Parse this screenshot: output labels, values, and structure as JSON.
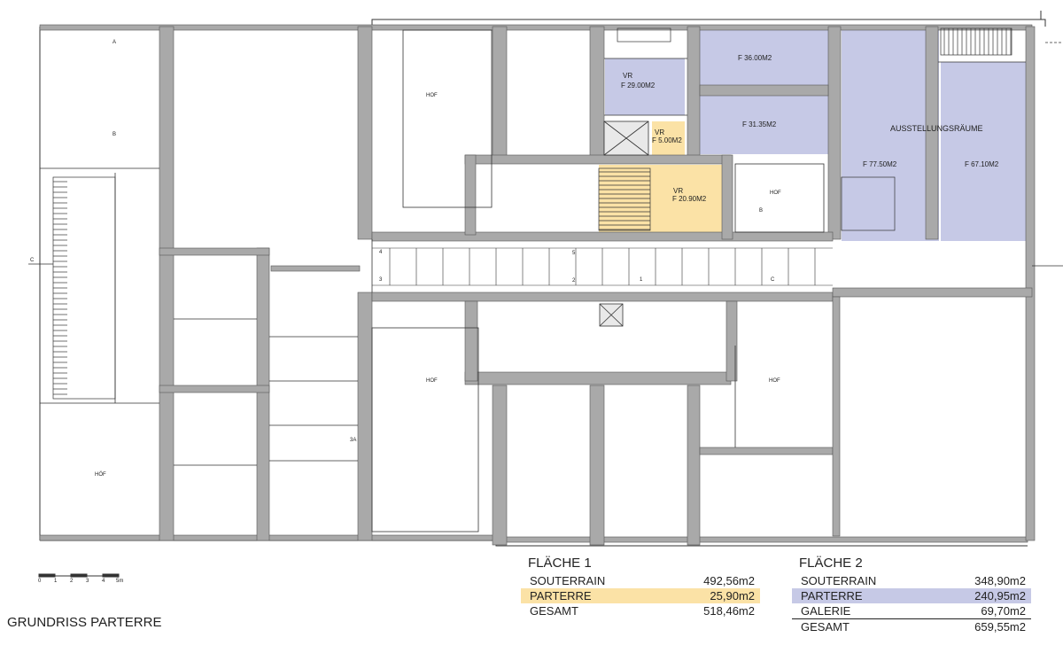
{
  "title": "GRUNDRISS PARTERRE",
  "colors": {
    "wall": "#a9a9a9",
    "area1": "#fbe2a6",
    "area2": "#c6c9e6",
    "line": "#333333"
  },
  "section_markers": {
    "a": "A",
    "b": "B",
    "c": "C"
  },
  "courtyards": {
    "hof1": "HOF",
    "hof2": "HOF",
    "hof3": "HOF",
    "hof4": "HÖF"
  },
  "rooms": {
    "vr1": {
      "code": "VR",
      "area": "F 29.00M2"
    },
    "vr2": {
      "code": "VR",
      "area": "F 5.00M2"
    },
    "vr3": {
      "code": "VR",
      "area": "F 20.90M2"
    },
    "f36": "F 36.00M2",
    "f31": "F 31.35M2",
    "f77": "F 77.50M2",
    "f67": "F 67.10M2",
    "ausstellung": "AUSSTELLUNGSRÄUME"
  },
  "stair_numbers": {
    "n1": "1",
    "n2": "2",
    "n3": "3",
    "n4": "4",
    "n5": "5",
    "n3a": "3A"
  },
  "scale": {
    "ticks": [
      "0",
      "1",
      "2",
      "3",
      "4",
      "5m"
    ]
  },
  "flaeche1": {
    "heading": "FLÄCHE 1",
    "rows": [
      {
        "label": "SOUTERRAIN",
        "value": "492,56m2"
      },
      {
        "label": "PARTERRE",
        "value": "25,90m2"
      },
      {
        "label": "GESAMT",
        "value": "518,46m2"
      }
    ]
  },
  "flaeche2": {
    "heading": "FLÄCHE 2",
    "rows": [
      {
        "label": "SOUTERRAIN",
        "value": "348,90m2"
      },
      {
        "label": "PARTERRE",
        "value": "240,95m2"
      },
      {
        "label": "GALERIE",
        "value": "69,70m2"
      },
      {
        "label": "GESAMT",
        "value": "659,55m2"
      }
    ]
  }
}
